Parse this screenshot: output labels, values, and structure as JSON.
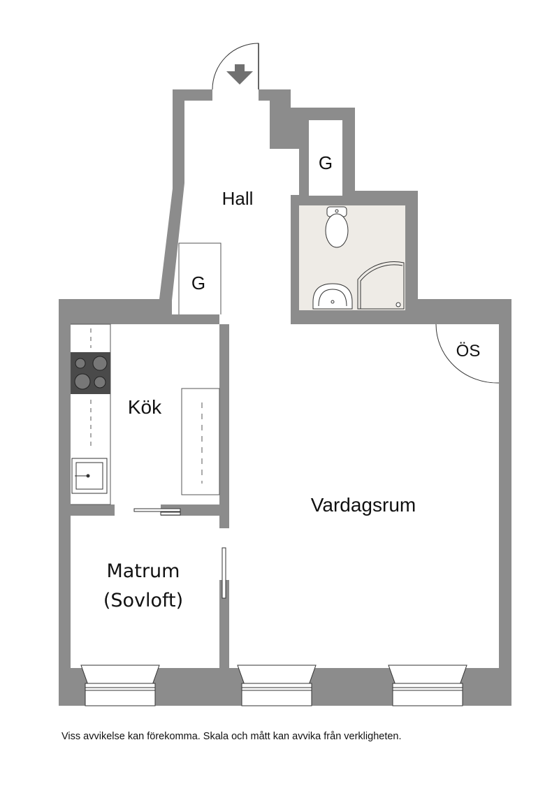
{
  "floorplan": {
    "rooms": {
      "hall": "Hall",
      "garderob_top": "G",
      "garderob_hall": "G",
      "kok": "Kök",
      "vardagsrum": "Vardagsrum",
      "matrum_line1": "Matrum",
      "matrum_line2": "(Sovloft)",
      "oppen_spis": "ÖS"
    },
    "colors": {
      "wall": "#8c8c8c",
      "bathroom_floor": "#eeebe6",
      "line": "#333333",
      "stove": "#4a4a4a"
    }
  },
  "disclaimer": "Viss avvikelse kan förekomma. Skala och mått kan avvika från verkligheten."
}
